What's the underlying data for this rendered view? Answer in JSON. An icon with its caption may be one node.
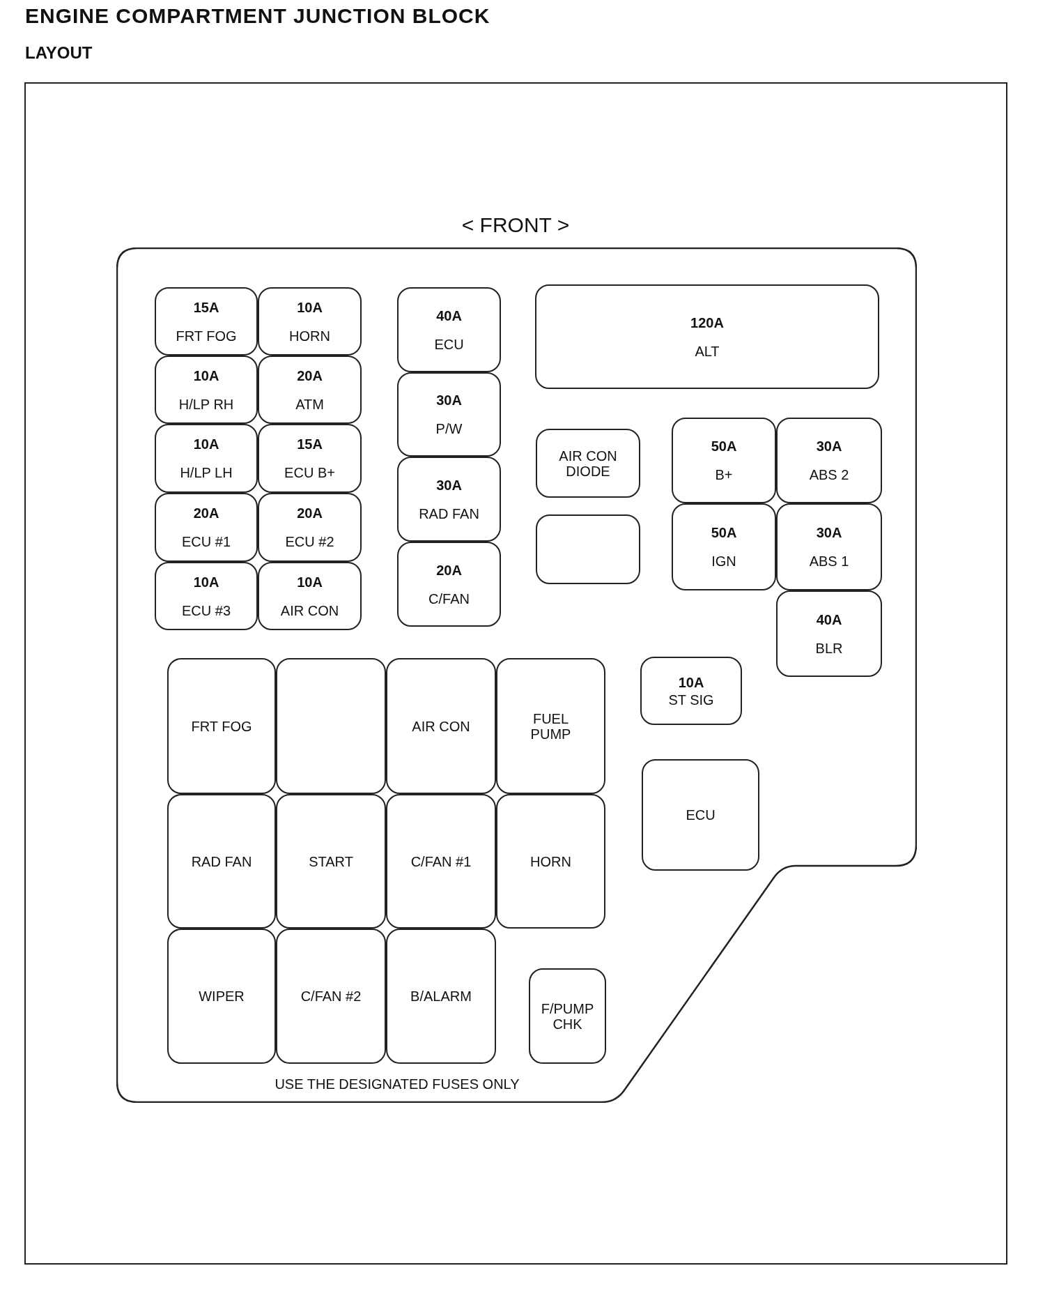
{
  "diagram": {
    "title": "ENGINE COMPARTMENT JUNCTION BLOCK",
    "nodes": [
      {
        "text": [
          "USE THE DESIGNATED FUSES ONLY"
        ]
      },
      {
        "text": [
          "15A",
          "FRT FOG"
        ],
        "in": 0
      },
      {
        "text": [
          "10A",
          "HORN"
        ],
        "in": 0
      },
      {
        "text": [
          "40A",
          "ECU"
        ],
        "in": 0
      },
      {
        "text": [
          "120A",
          "ALT"
        ],
        "in": 0
      },
      {
        "text": [
          "10A",
          "H/LP RH"
        ],
        "in": 0
      },
      {
        "text": [
          "20A",
          "ATM"
        ],
        "in": 0
      },
      {
        "text": [
          "30A",
          "P/W"
        ],
        "in": 0
      },
      {
        "text": [
          "10A",
          "H/LP LH"
        ],
        "in": 0
      },
      {
        "text": [
          "15A",
          "ECU B+"
        ],
        "in": 0
      },
      {
        "text": [
          "AIR CON DIODE"
        ],
        "in": 0
      },
      {
        "text": [
          "50A",
          "B+"
        ],
        "in": 0
      },
      {
        "text": [
          "30A",
          "ABS 2"
        ],
        "in": 0
      },
      {
        "text": [
          "30A",
          "RAD FAN"
        ],
        "in": 0
      },
      {
        "text": [
          "20A",
          "ECU #1"
        ],
        "in": 0
      },
      {
        "text": [
          "20A",
          "ECU #2"
        ],
        "in": 0
      },
      {
        "text": [],
        "shape": "box",
        "in": 0
      },
      {
        "text": [
          "50A",
          "IGN"
        ],
        "in": 0
      },
      {
        "text": [
          "30A",
          "ABS 1"
        ],
        "in": 0
      },
      {
        "text": [
          "10A",
          "ECU #3"
        ],
        "in": 0
      },
      {
        "text": [
          "10A",
          "AIR CON"
        ],
        "in": 0
      },
      {
        "text": [
          "20A",
          "C/FAN"
        ],
        "in": 0
      },
      {
        "text": [
          "40A",
          "BLR"
        ],
        "in": 0
      },
      {
        "text": [
          "FRT FOG"
        ],
        "in": 0
      },
      {
        "text": [],
        "shape": "box",
        "in": 0
      },
      {
        "text": [
          "AIR CON"
        ],
        "in": 0
      },
      {
        "text": [
          "FUEL PUMP"
        ],
        "in": 0
      },
      {
        "text": [
          "10A",
          "ST SIG"
        ],
        "in": 0
      },
      {
        "text": [
          "ECU"
        ],
        "in": 0
      },
      {
        "text": [
          "RAD FAN"
        ],
        "in": 0
      },
      {
        "text": [
          "START"
        ],
        "in": 0
      },
      {
        "text": [
          "C/FAN #1"
        ],
        "in": 0
      },
      {
        "text": [
          "HORN"
        ],
        "in": 0
      },
      {
        "text": [
          "WIPER"
        ],
        "in": 0
      },
      {
        "text": [
          "C/FAN #2"
        ],
        "in": 0
      },
      {
        "text": [
          "B/ALARM"
        ],
        "in": 0
      },
      {
        "text": [
          "F/PUMP CHK"
        ],
        "in": 0
      }
    ],
    "edges": [],
    "labels": [
      "LAYOUT",
      "< FRONT >"
    ]
  }
}
